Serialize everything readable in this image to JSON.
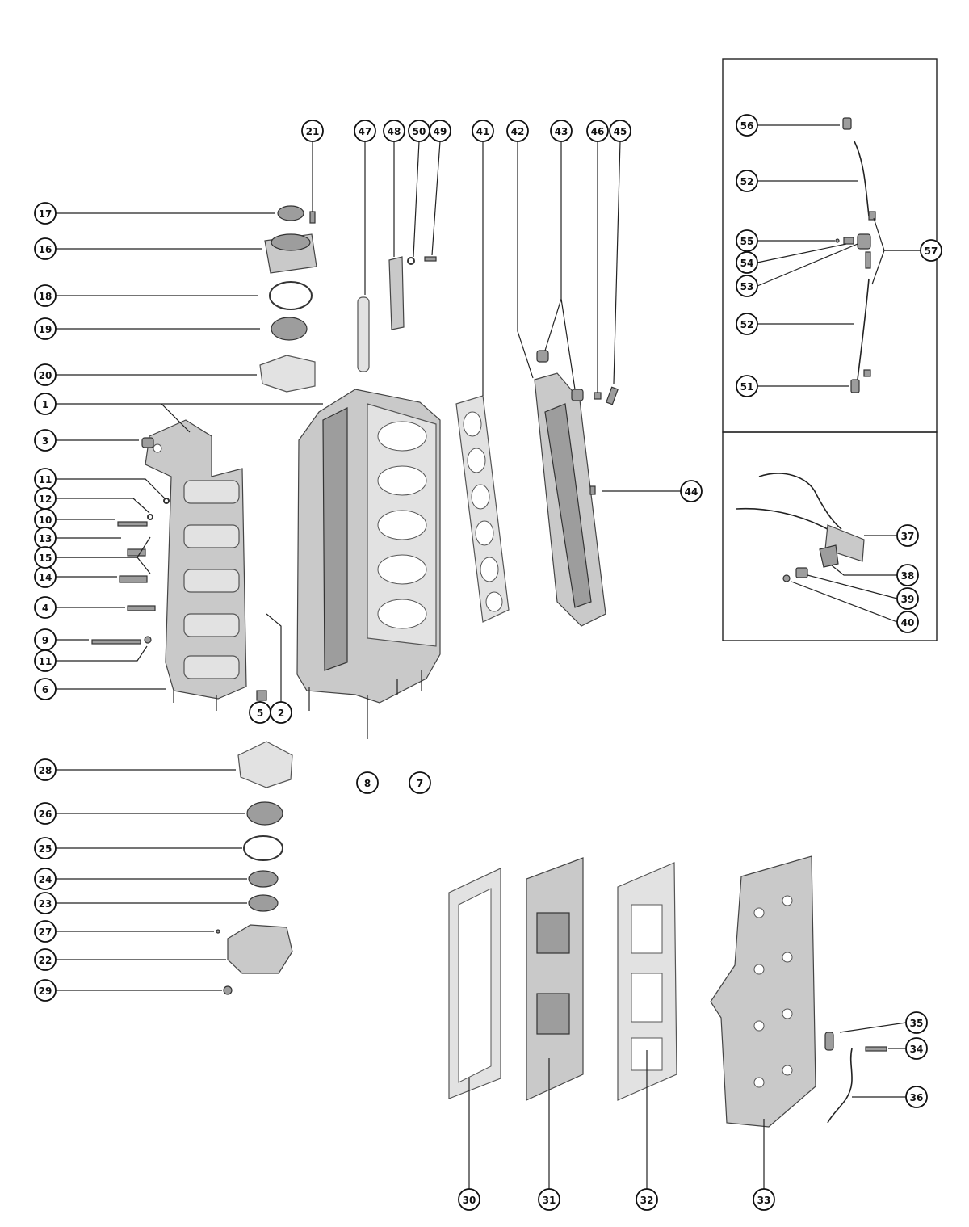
{
  "callouts": [
    {
      "id": "1",
      "label": "1"
    },
    {
      "id": "2",
      "label": "2"
    },
    {
      "id": "3",
      "label": "3"
    },
    {
      "id": "4",
      "label": "4"
    },
    {
      "id": "5",
      "label": "5"
    },
    {
      "id": "6",
      "label": "6"
    },
    {
      "id": "7",
      "label": "7"
    },
    {
      "id": "8",
      "label": "8"
    },
    {
      "id": "9",
      "label": "9"
    },
    {
      "id": "10",
      "label": "10"
    },
    {
      "id": "11a",
      "label": "11"
    },
    {
      "id": "11b",
      "label": "11"
    },
    {
      "id": "12",
      "label": "12"
    },
    {
      "id": "13",
      "label": "13"
    },
    {
      "id": "14",
      "label": "14"
    },
    {
      "id": "15",
      "label": "15"
    },
    {
      "id": "16",
      "label": "16"
    },
    {
      "id": "17",
      "label": "17"
    },
    {
      "id": "18",
      "label": "18"
    },
    {
      "id": "19",
      "label": "19"
    },
    {
      "id": "20",
      "label": "20"
    },
    {
      "id": "21",
      "label": "21"
    },
    {
      "id": "22",
      "label": "22"
    },
    {
      "id": "23",
      "label": "23"
    },
    {
      "id": "24",
      "label": "24"
    },
    {
      "id": "25",
      "label": "25"
    },
    {
      "id": "26",
      "label": "26"
    },
    {
      "id": "27",
      "label": "27"
    },
    {
      "id": "28",
      "label": "28"
    },
    {
      "id": "29",
      "label": "29"
    },
    {
      "id": "30",
      "label": "30"
    },
    {
      "id": "31",
      "label": "31"
    },
    {
      "id": "32",
      "label": "32"
    },
    {
      "id": "33",
      "label": "33"
    },
    {
      "id": "34",
      "label": "34"
    },
    {
      "id": "35",
      "label": "35"
    },
    {
      "id": "36",
      "label": "36"
    },
    {
      "id": "37",
      "label": "37"
    },
    {
      "id": "38",
      "label": "38"
    },
    {
      "id": "39",
      "label": "39"
    },
    {
      "id": "40",
      "label": "40"
    },
    {
      "id": "41",
      "label": "41"
    },
    {
      "id": "42",
      "label": "42"
    },
    {
      "id": "43",
      "label": "43"
    },
    {
      "id": "44",
      "label": "44"
    },
    {
      "id": "45",
      "label": "45"
    },
    {
      "id": "46",
      "label": "46"
    },
    {
      "id": "47",
      "label": "47"
    },
    {
      "id": "48",
      "label": "48"
    },
    {
      "id": "49",
      "label": "49"
    },
    {
      "id": "50",
      "label": "50"
    },
    {
      "id": "51",
      "label": "51"
    },
    {
      "id": "52a",
      "label": "52"
    },
    {
      "id": "52b",
      "label": "52"
    },
    {
      "id": "53",
      "label": "53"
    },
    {
      "id": "54",
      "label": "54"
    },
    {
      "id": "55",
      "label": "55"
    },
    {
      "id": "56",
      "label": "56"
    },
    {
      "id": "57",
      "label": "57"
    }
  ]
}
